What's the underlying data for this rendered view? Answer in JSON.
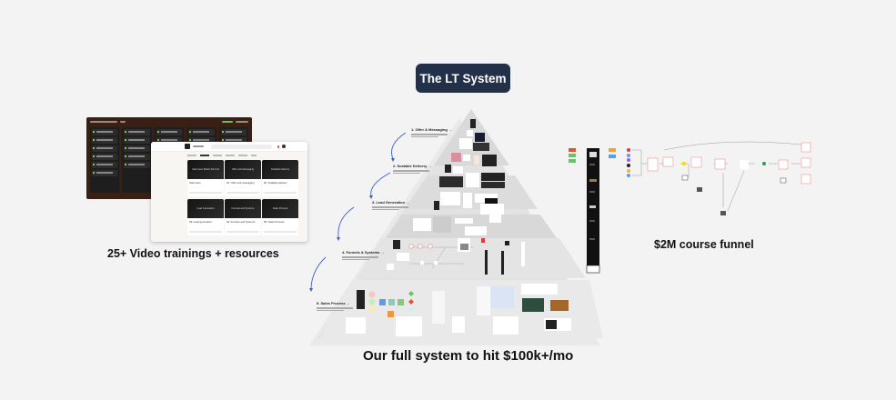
{
  "header": {
    "title": "The LT System"
  },
  "captions": {
    "left": "25+ Video trainings + resources",
    "center": "Our full system to hit $100k+/mo",
    "right": "$2M course funnel"
  },
  "pyramid": {
    "levels": [
      {
        "label": "1. Offer & Messaging →"
      },
      {
        "label": "2. Scalable Delivery →"
      },
      {
        "label": "3. Lead Generation →"
      },
      {
        "label": "4. Funnels & Systems →"
      },
      {
        "label": "5. Sales Process →"
      }
    ]
  },
  "portal": {
    "courses": [
      {
        "thumb": "Start Here Watch this first",
        "title": "Start Here"
      },
      {
        "thumb": "Offer and Messaging",
        "title": "01: Offer and messaging"
      },
      {
        "thumb": "Scalable Delivery",
        "title": "02: Scalable delivery"
      },
      {
        "thumb": "Lead Generation",
        "title": "03: Lead generation"
      },
      {
        "thumb": "Funnels and Systems",
        "title": "04: Funnels and Systems"
      },
      {
        "thumb": "Sales Process",
        "title": "05: Sales Process"
      }
    ]
  },
  "colors": {
    "pill": "#22304a",
    "arrow": "#3b5bdb",
    "background": "#f3f3f3"
  }
}
